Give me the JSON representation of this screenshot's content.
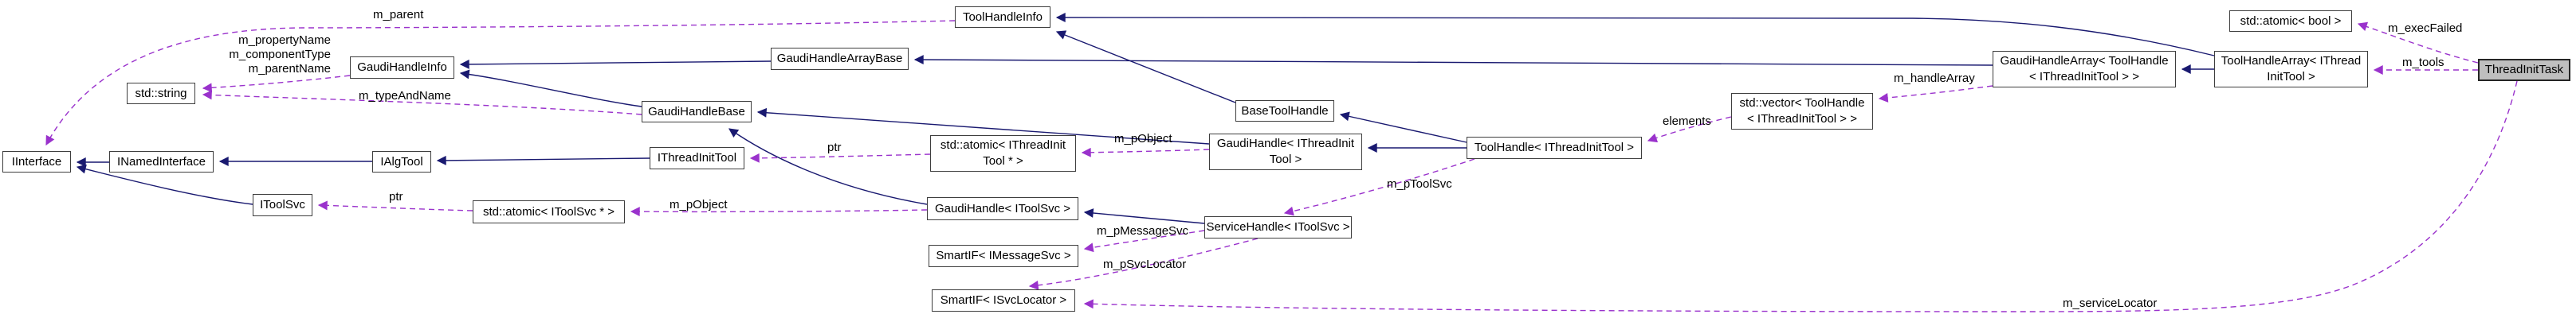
{
  "diagram": {
    "focal_class": "ThreadInitTask",
    "colors": {
      "inherit_edge": "#191970",
      "usage_edge": "#9a32cc",
      "node_border": "#3e3e3e",
      "node_fill": "#ffffff",
      "focal_fill": "#bfbfbf",
      "background": "#ffffff"
    },
    "nodes": [
      {
        "id": "iinterface",
        "label": "IInterface"
      },
      {
        "id": "inamedinterface",
        "label": "INamedInterface"
      },
      {
        "id": "itoolsvc",
        "label": "IToolSvc"
      },
      {
        "id": "ialgtool",
        "label": "IAlgTool"
      },
      {
        "id": "std-string",
        "label": "std::string"
      },
      {
        "id": "gaudihandleinfo",
        "label": "GaudiHandleInfo"
      },
      {
        "id": "gaudihandlebase",
        "label": "GaudiHandleBase"
      },
      {
        "id": "gaudihandlearraybase",
        "label": "GaudiHandleArrayBase"
      },
      {
        "id": "toolhandleinfo",
        "label": "ToolHandleInfo"
      },
      {
        "id": "ithreadinittool",
        "label": "IThreadInitTool"
      },
      {
        "id": "atomic-itoolsvc",
        "label": "std::atomic< IToolSvc * >"
      },
      {
        "id": "gaudihandle-itoolsvc",
        "label": "GaudiHandle< IToolSvc >"
      },
      {
        "id": "atomic-ithreadinittool",
        "label": "std::atomic< IThreadInit\nTool * >"
      },
      {
        "id": "gaudihandle-ithreadinittool",
        "label": "GaudiHandle< IThreadInit\nTool >"
      },
      {
        "id": "toolhandle-ithreadinittool",
        "label": "ToolHandle< IThreadInitTool >"
      },
      {
        "id": "basetoolhandle",
        "label": "BaseToolHandle"
      },
      {
        "id": "servicehandle-itoolsvc",
        "label": "ServiceHandle< IToolSvc >"
      },
      {
        "id": "smartif-imessagesvc",
        "label": "SmartIF< IMessageSvc >"
      },
      {
        "id": "smartif-isvclocator",
        "label": "SmartIF< ISvcLocator >"
      },
      {
        "id": "vector-toolhandle",
        "label": "std::vector< ToolHandle\n< IThreadInitTool > >"
      },
      {
        "id": "gaudihandlearray",
        "label": "GaudiHandleArray< ToolHandle\n< IThreadInitTool > >"
      },
      {
        "id": "toolhandlearray",
        "label": "ToolHandleArray< IThread\nInitTool >"
      },
      {
        "id": "atomic-bool",
        "label": "std::atomic< bool >"
      },
      {
        "id": "threadinittask",
        "label": "ThreadInitTask"
      }
    ],
    "edge_labels": [
      {
        "id": "m-parent",
        "text": "m_parent"
      },
      {
        "id": "m-propertyname",
        "text": "m_propertyName"
      },
      {
        "id": "m-componenttype",
        "text": "m_componentType"
      },
      {
        "id": "m-parentname",
        "text": "m_parentName"
      },
      {
        "id": "m-typeandname",
        "text": "m_typeAndName"
      },
      {
        "id": "ptr-itoolsvc",
        "text": "ptr"
      },
      {
        "id": "m-pobject-itoolsvc",
        "text": "m_pObject"
      },
      {
        "id": "ptr-ithreadinittool",
        "text": "ptr"
      },
      {
        "id": "m-pobject-ithreadinittool",
        "text": "m_pObject"
      },
      {
        "id": "m-ptoolsvc",
        "text": "m_pToolSvc"
      },
      {
        "id": "m-pmessagesvc",
        "text": "m_pMessageSvc"
      },
      {
        "id": "m-psvclocator",
        "text": "m_pSvcLocator"
      },
      {
        "id": "elements",
        "text": "elements"
      },
      {
        "id": "m-handlearray",
        "text": "m_handleArray"
      },
      {
        "id": "m-execfailed",
        "text": "m_execFailed"
      },
      {
        "id": "m-tools",
        "text": "m_tools"
      },
      {
        "id": "m-servicelocator",
        "text": "m_serviceLocator"
      }
    ]
  }
}
